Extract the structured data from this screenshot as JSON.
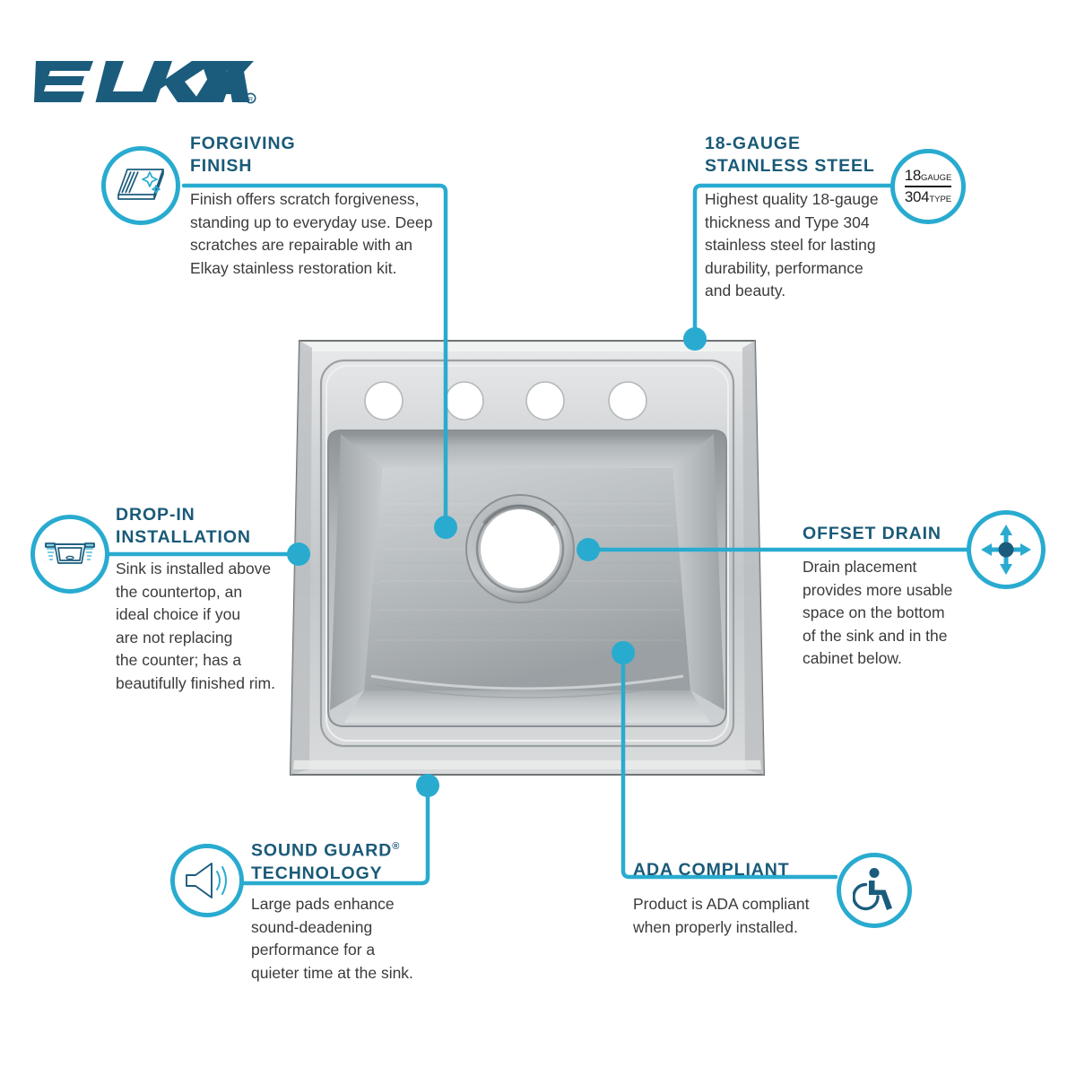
{
  "brand": {
    "logo_text": "ELKAY",
    "logo_registered": "®",
    "logo_color": "#1b5c7d"
  },
  "theme": {
    "accent": "#29abd0",
    "heading": "#1a5a78",
    "body_text": "#3b3b3b",
    "icon_navy": "#1b5c7d",
    "sink_metal_light": "#e3e4e5",
    "sink_metal_mid": "#bfc2c4",
    "sink_metal_dark": "#8d9295"
  },
  "product": {
    "name": "drop-in stainless steel kitchen sink",
    "faucet_hole_count": 4,
    "drain_position": "offset right of center"
  },
  "callouts": [
    {
      "id": "forgiving-finish",
      "title": "FORGIVING\nFINISH",
      "body": "Finish offers scratch forgiveness,\nstanding up to everyday use. Deep\nscratches are repairable with an\nElkay stainless restoration kit.",
      "icon": "finish-sparkle-icon"
    },
    {
      "id": "18-gauge-stainless-steel",
      "title": "18-GAUGE\nSTAINLESS STEEL",
      "body": "Highest quality 18-gauge\nthickness and Type 304\nstainless steel for lasting\ndurability, performance\nand beauty.",
      "icon": "gauge-badge-icon",
      "badge": {
        "top_number": "18",
        "top_label": "GAUGE",
        "bottom_number": "304",
        "bottom_label": "TYPE"
      }
    },
    {
      "id": "drop-in-installation",
      "title": "DROP-IN\nINSTALLATION",
      "body": "Sink is installed above\nthe countertop, an\nideal choice if you\nare not replacing\nthe counter; has a\nbeautifully finished rim.",
      "icon": "drop-in-sink-icon"
    },
    {
      "id": "offset-drain",
      "title": "OFFSET DRAIN",
      "body": "Drain placement\nprovides more usable\nspace on the bottom\nof the sink and in the\ncabinet below.",
      "icon": "four-arrows-icon"
    },
    {
      "id": "sound-guard-technology",
      "title_main": "SOUND GUARD",
      "title_sup": "®",
      "title_second": "TECHNOLOGY",
      "body": "Large pads enhance\nsound-deadening\nperformance for a\nquieter time at the sink.",
      "icon": "speaker-icon"
    },
    {
      "id": "ada-compliant",
      "title": "ADA COMPLIANT",
      "body": "Product is ADA compliant\nwhen properly installed.",
      "icon": "wheelchair-icon"
    }
  ]
}
